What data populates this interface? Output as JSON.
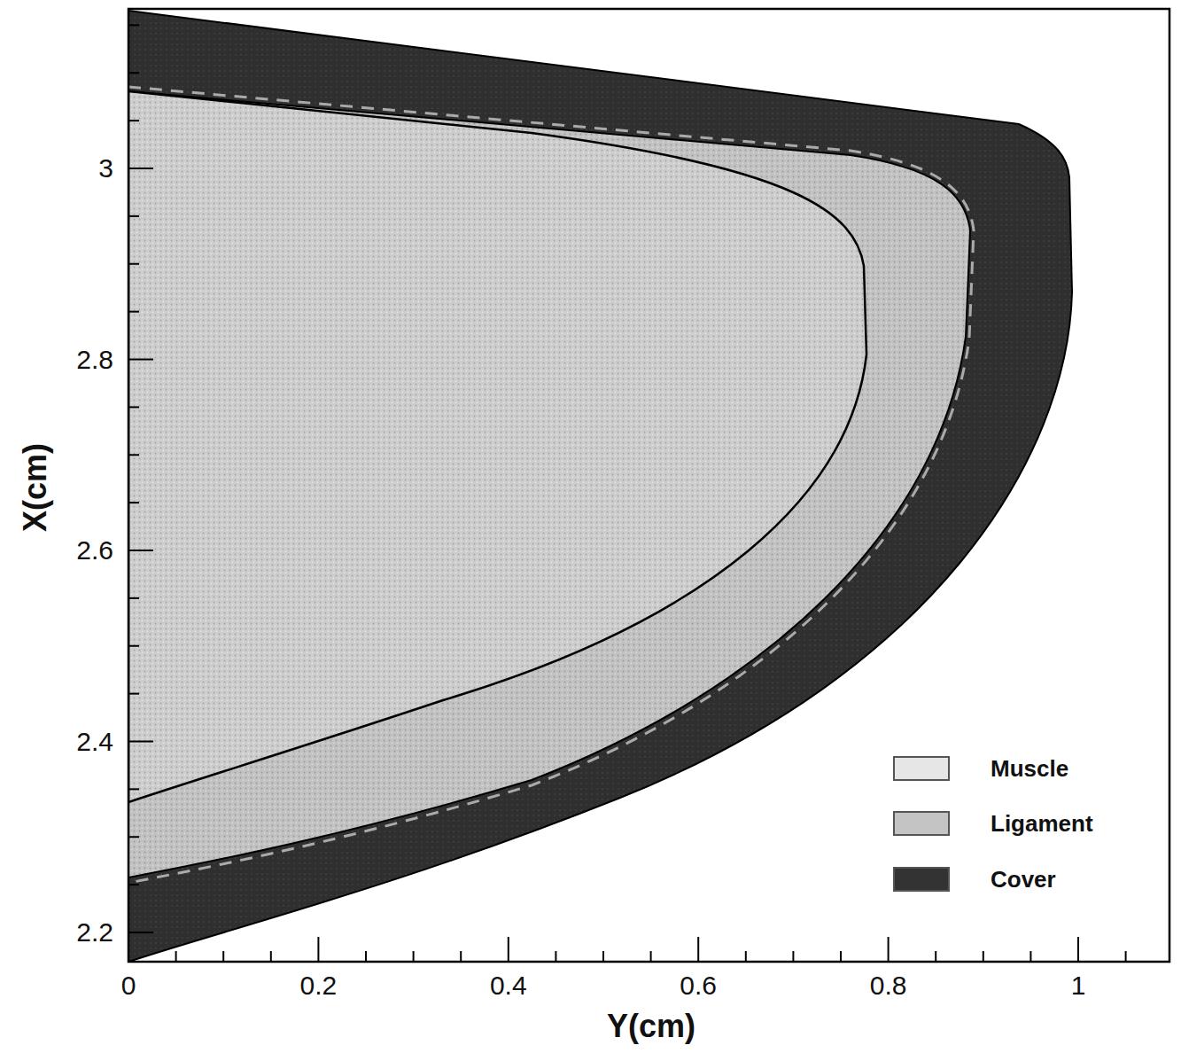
{
  "diagram": {
    "labels": [
      "3",
      "2.8",
      "2.6",
      "2.4",
      "2.2",
      "0",
      "0.2",
      "0.4",
      "0.6",
      "0.8",
      "1",
      "X(cm)",
      "Y(cm)"
    ],
    "legend": [
      {
        "text": "Muscle",
        "color": "#e6e6e6"
      },
      {
        "text": "Ligament",
        "color": "#c4c4c4"
      },
      {
        "text": "Cover",
        "color": "#333333"
      }
    ]
  }
}
